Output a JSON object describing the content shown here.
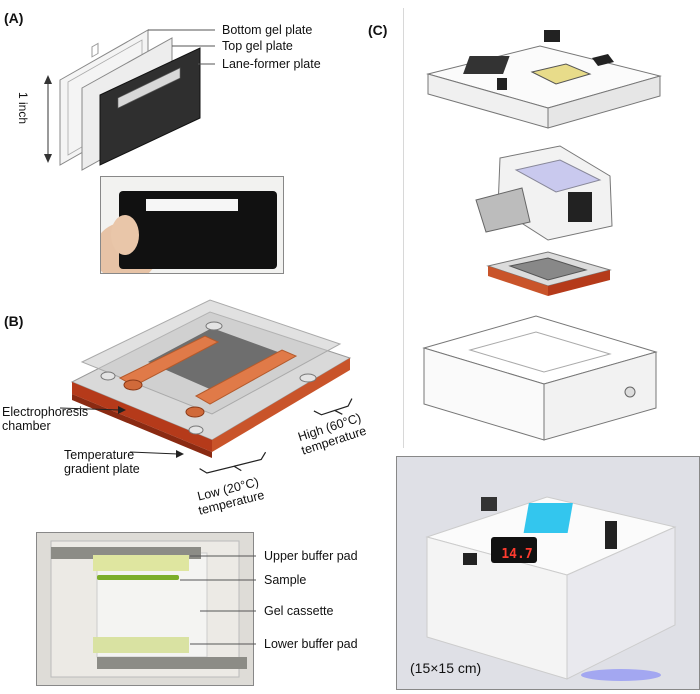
{
  "panels": {
    "a": {
      "label": "(A)",
      "callouts": [
        "Bottom gel plate",
        "Top gel plate",
        "Lane-former plate"
      ],
      "dimension": "1 inch"
    },
    "b": {
      "label": "(B)",
      "callouts": {
        "chamber": "Electrophoresis\nchamber",
        "gradient": "Temperature\ngradient plate",
        "low": "Low (20°C)\ntemperature",
        "high": "High (60°C)\ntemperature"
      },
      "photo_callouts": [
        "Upper buffer pad",
        "Sample",
        "Gel cassette",
        "Lower buffer pad"
      ]
    },
    "c": {
      "label": "(C)",
      "display_readout": "14.7",
      "size_caption": "(15×15 cm)"
    }
  },
  "colors": {
    "copper": "#d06a3a",
    "heater_red": "#b53a1a",
    "plate_dark": "#2c2c2c",
    "gel_gray": "#6e6e6e",
    "cassette_green": "#9bbf2a",
    "led_red": "#ff3b2f",
    "uv_blue": "#3bd3ff"
  }
}
